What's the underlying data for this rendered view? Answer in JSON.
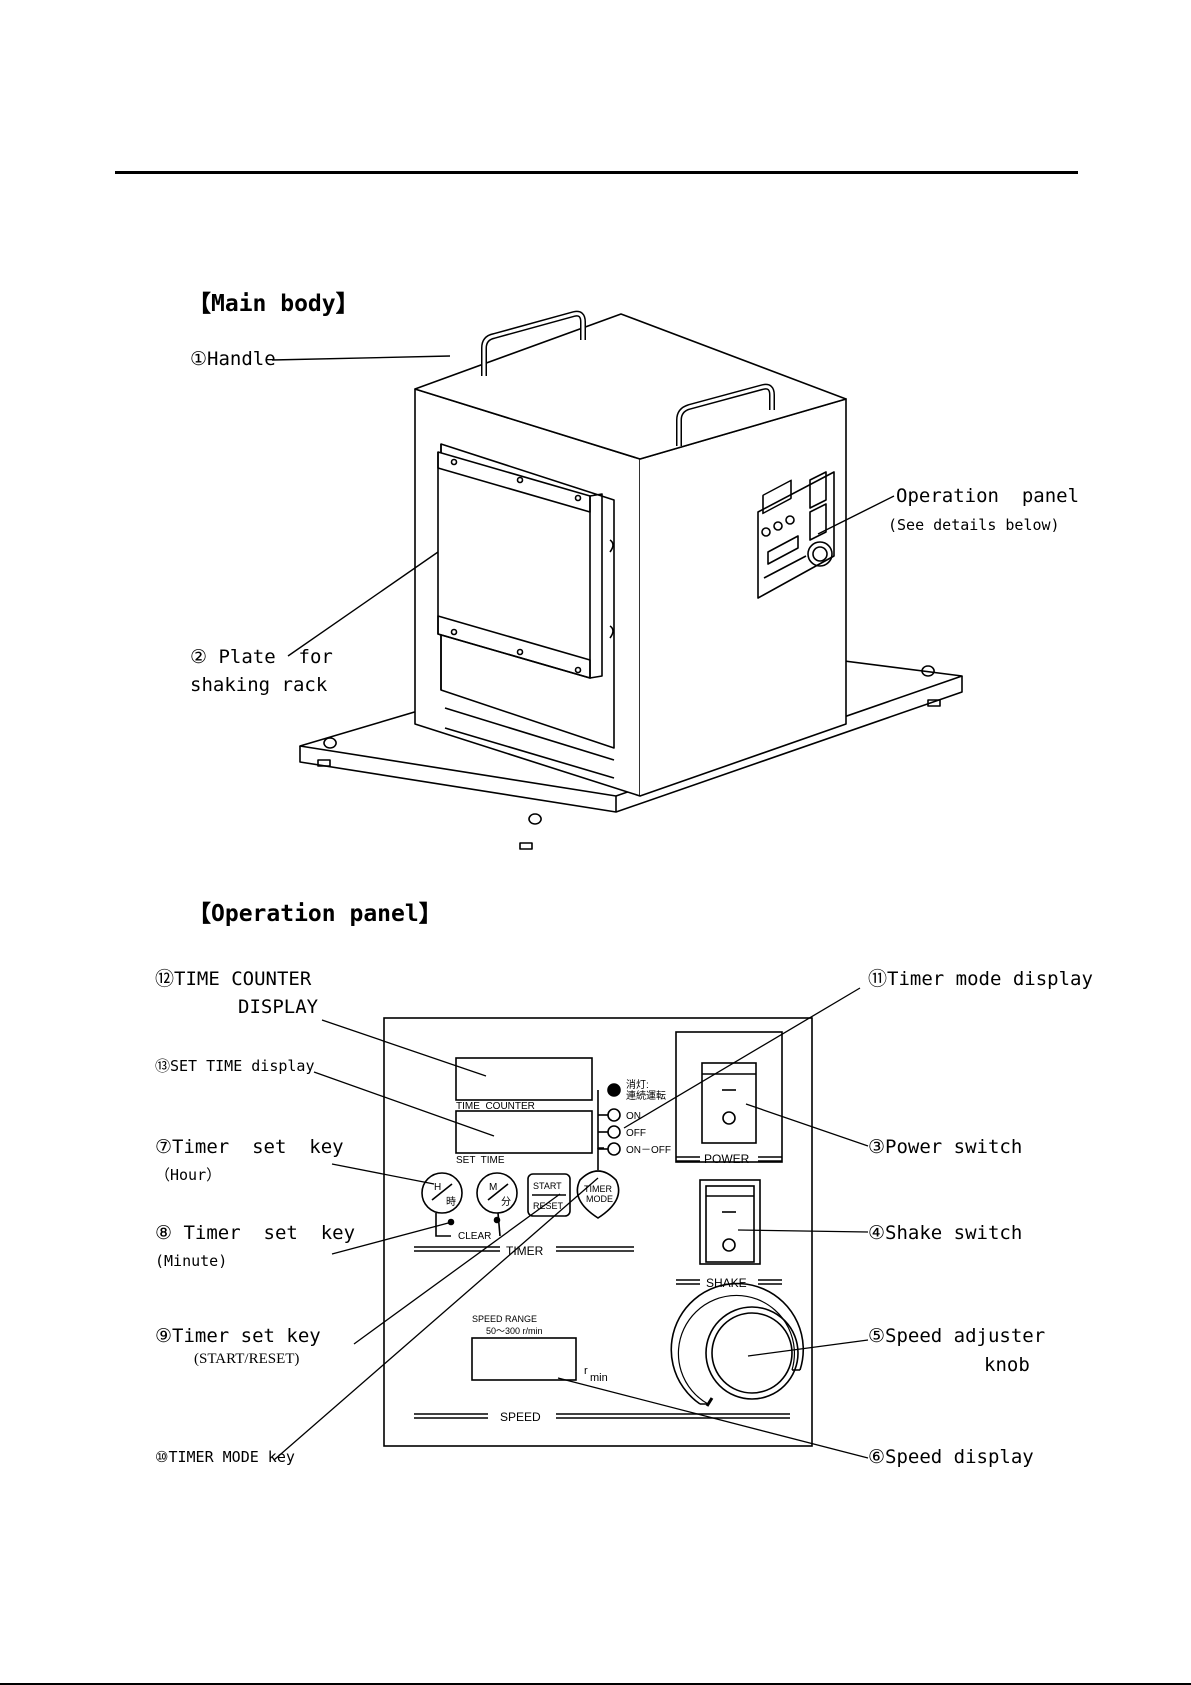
{
  "main_body": {
    "heading": "【Main body】",
    "labels": {
      "handle": "①Handle",
      "operation_panel": "Operation  panel",
      "operation_panel_note": "(See details below)",
      "plate_line1": "② Plate  for",
      "plate_line2": "shaking rack"
    }
  },
  "operation_panel": {
    "heading": "【Operation panel】",
    "callouts": {
      "time_counter_line1": "⑫TIME COUNTER",
      "time_counter_line2": "DISPLAY",
      "set_time_display": "⑬SET TIME display",
      "timer_set_hour": "⑦Timer  set  key",
      "timer_set_hour_sub": "（Hour）",
      "timer_set_minute": "⑧ Timer  set  key",
      "timer_set_minute_sub": "(Minute)",
      "timer_set_start": "⑨Timer set key",
      "timer_set_start_sub": "(START/RESET)",
      "timer_mode_key": "⑩TIMER MODE key",
      "timer_mode_display": "⑪Timer mode display",
      "power_switch": "③Power switch",
      "shake_switch": "④Shake switch",
      "speed_knob_line1": "⑤Speed adjuster",
      "speed_knob_line2": "knob",
      "speed_display": "⑥Speed display"
    },
    "panel_text": {
      "time_counter": "TIME  COUNTER",
      "set_time": "SET  TIME",
      "mode_led1_line1": "消灯:",
      "mode_led1_line2": "連続運転",
      "mode_on": "ON",
      "mode_off": "OFF",
      "mode_onoff": "ON－OFF",
      "key_h": "H",
      "key_h_jp": "時",
      "key_m": "M",
      "key_m_jp": "分",
      "key_start": "START",
      "key_reset": "RESET",
      "key_timer": "TIMER",
      "key_mode": "MODE",
      "clear": "CLEAR",
      "timer_section": "TIMER",
      "power": "POWER",
      "shake": "SHAKE",
      "speed_range": "SPEED RANGE",
      "speed_range_value": "50～300 r/min",
      "unit_r": "r",
      "unit_min": "min",
      "speed_section": "SPEED"
    }
  },
  "colors": {
    "ink": "#000000",
    "paper": "#ffffff"
  }
}
